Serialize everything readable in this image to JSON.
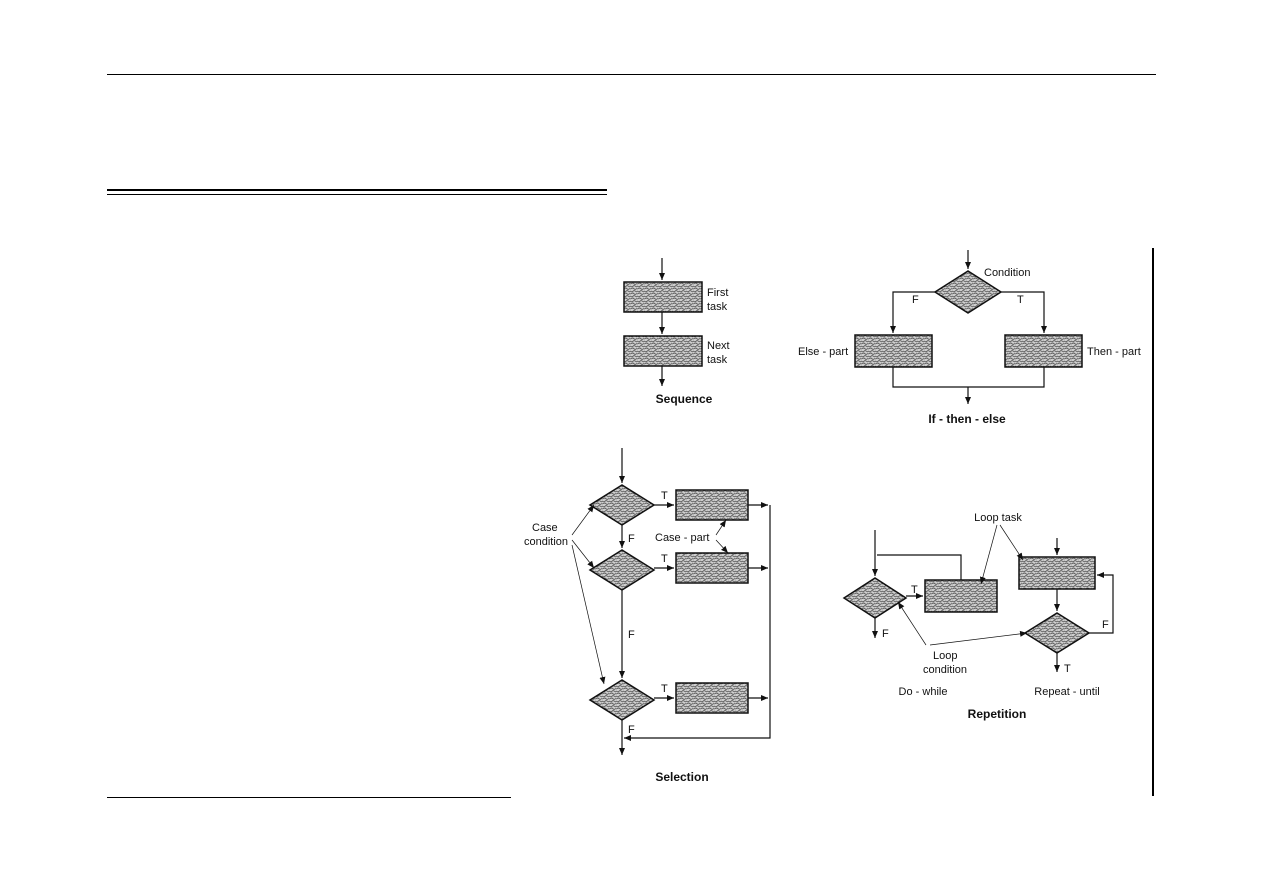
{
  "colors": {
    "ink": "#111111",
    "fill": "#cfcfcf",
    "texture": "#555555"
  },
  "sequence": {
    "first": [
      "First",
      "task"
    ],
    "next": [
      "Next",
      "task"
    ],
    "caption": "Sequence"
  },
  "ifelse": {
    "condition": "Condition",
    "f": "F",
    "t": "T",
    "else": "Else - part",
    "then": "Then - part",
    "caption": "If - then - else"
  },
  "selection": {
    "case_condition": [
      "Case",
      "condition"
    ],
    "case_part": "Case - part",
    "t": "T",
    "f": "F",
    "caption": "Selection"
  },
  "repetition": {
    "loop_task": "Loop task",
    "loop_condition": [
      "Loop",
      "condition"
    ],
    "t": "T",
    "f": "F",
    "do_while": "Do - while",
    "repeat_until": "Repeat - until",
    "caption": "Repetition"
  }
}
